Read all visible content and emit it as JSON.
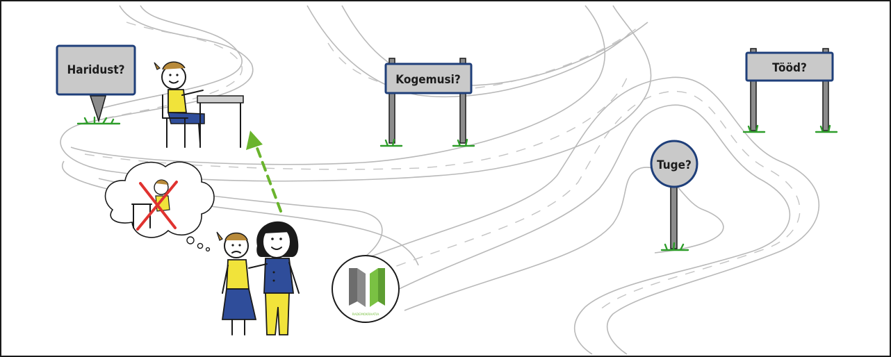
{
  "signs": {
    "education": "Haridust?",
    "experience": "Kogemusi?",
    "jobs": "Tööd?",
    "support": "Tuge?"
  },
  "logo": {
    "caption": "RADEMOKRAATIA"
  },
  "colors": {
    "sign_border": "#1f3f7a",
    "sign_fill": "#c9c9c9",
    "arrow_green": "#6ab42d",
    "cross_red": "#e0322f",
    "shirt_yellow": "#f1e33a",
    "skirt_blue": "#2f4d9a",
    "logo_green": "#7ac143",
    "logo_gray": "#6d6d6d"
  }
}
